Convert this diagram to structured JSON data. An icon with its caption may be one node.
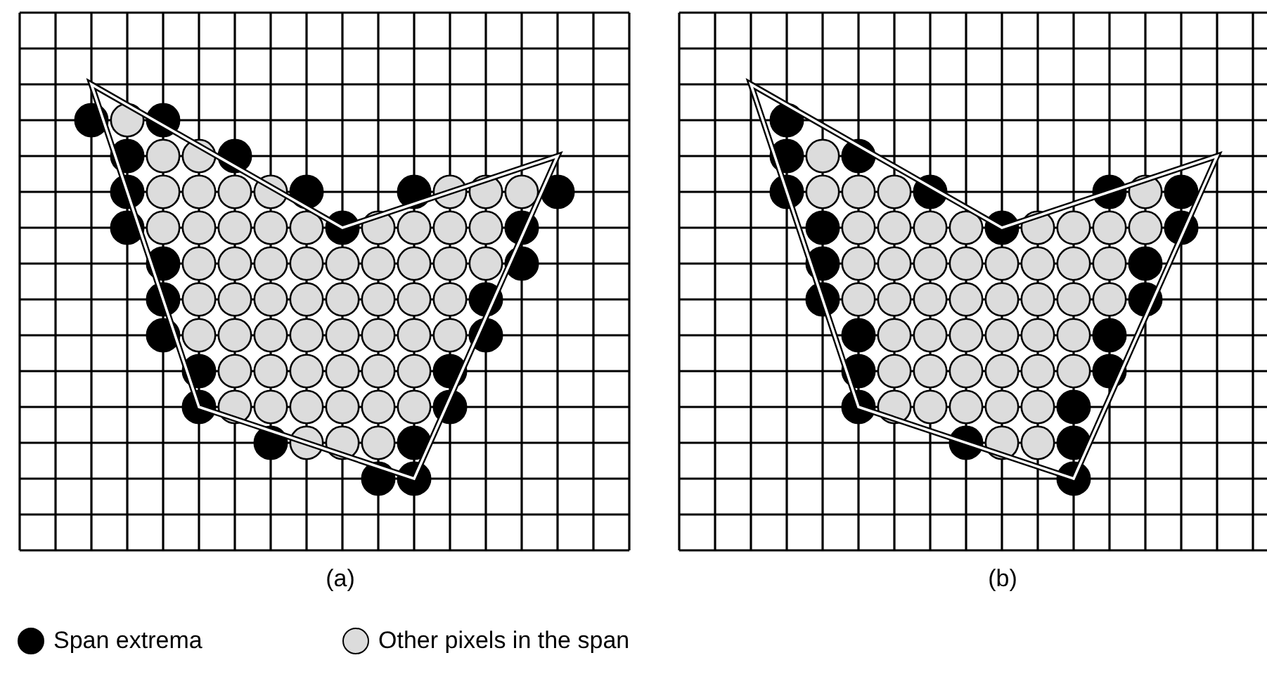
{
  "diagram": {
    "labels": [
      "(a)",
      "(b)"
    ],
    "legend": [
      {
        "text": "Span extrema",
        "color": "#000000"
      },
      {
        "text": "Other pixels in the span",
        "color": "#dcdcdc"
      }
    ]
  }
}
